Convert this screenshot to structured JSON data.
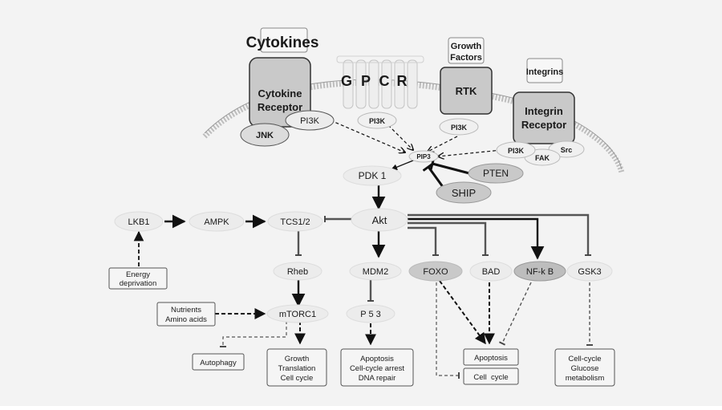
{
  "colors": {
    "background": "#f3f3f3",
    "node_light": "#ececec",
    "node_dark": "#c9c9c9",
    "box_fill": "#f5f5f5",
    "stroke": "#7f7f7f",
    "arrow": "#111111"
  },
  "membrane": {
    "cytokines": "Cytokines",
    "cytokine_receptor": [
      "Cytokine",
      "Receptor"
    ],
    "pi3k_cytokine": "PI3K",
    "jnk": "JNK",
    "gpcr_letters": [
      "G",
      "P",
      "C",
      "R"
    ],
    "pi3k_gpcr": "PI3K",
    "growth_factors": [
      "Growth",
      "Factors"
    ],
    "rtk": "RTK",
    "pi3k_rtk": "PI3K",
    "integrins": "Integrins",
    "integrin_receptor": [
      "Integrin",
      "Receptor"
    ],
    "pi3k_integrin": "PI3K",
    "fak": "FAK",
    "src": "Src"
  },
  "core": {
    "pip3": "PIP3",
    "pten": "PTEN",
    "ship": "SHIP",
    "pdk1": "PDK 1",
    "akt": "Akt"
  },
  "left_branch": {
    "lkb1": "LKB1",
    "ampk": "AMPK",
    "tcs12": "TCS1/2",
    "energy_deprivation": [
      "Energy",
      "deprivation"
    ],
    "rheb": "Rheb",
    "nutrients": [
      "Nutrients",
      "Amino acids"
    ],
    "mtorc1": "mTORC1",
    "autophagy": "Autophagy",
    "growth_outcomes": [
      "Growth",
      "Translation",
      "Cell cycle"
    ]
  },
  "center_branch": {
    "mdm2": "MDM2",
    "p53": "P 5 3",
    "apoptosis_outcomes": [
      "Apoptosis",
      "Cell-cycle arrest",
      "DNA repair"
    ]
  },
  "right_branch": {
    "foxo": "FOXO",
    "bad": "BAD",
    "nfkb": "NF-k B",
    "gsk3": "GSK3",
    "apoptosis": "Apoptosis",
    "cell_cycle": "Cell  cycle",
    "gsk3_outcomes": [
      "Cell-cycle",
      "Glucose",
      "metabolism"
    ]
  }
}
